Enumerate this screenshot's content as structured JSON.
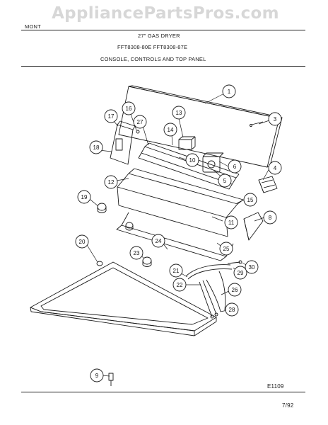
{
  "header": {
    "brand": "MONT",
    "model_title": "27\" GAS DRYER",
    "model_numbers": "FFT8308-80E   FFT8308-87E",
    "section_title": "CONSOLE, CONTROLS AND TOP PANEL"
  },
  "watermark": "AppliancePartsPros.com",
  "footer": {
    "diagram_code": "E1109",
    "date": "7/92"
  },
  "callouts": [
    "1",
    "3",
    "4",
    "5",
    "6",
    "8",
    "9",
    "10",
    "11",
    "12",
    "13",
    "14",
    "15",
    "16",
    "17",
    "18",
    "19",
    "20",
    "21",
    "22",
    "23",
    "24",
    "25",
    "26",
    "27",
    "28",
    "29",
    "30"
  ],
  "colors": {
    "line": "#1a1a1a",
    "paper": "#ffffff",
    "watermark": "#969696"
  }
}
